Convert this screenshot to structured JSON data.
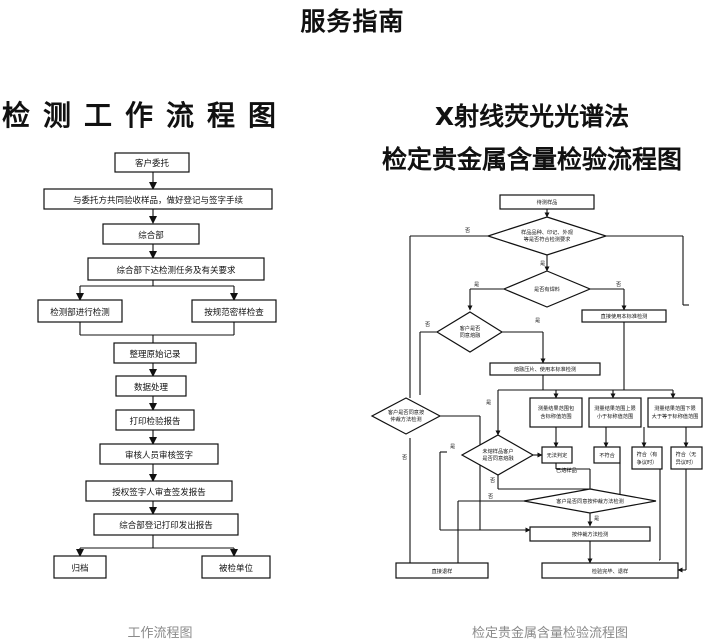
{
  "page_title": "服务指南",
  "left": {
    "title": "检测工作流程图",
    "caption": "工作流程图",
    "steps": {
      "s1": "客户委托",
      "s2": "与委托方共同验收样品，做好登记与签字手续",
      "s3": "综合部",
      "s4": "综合部下达检测任务及有关要求",
      "s5a": "检测部进行检测",
      "s5b": "按规范密样检查",
      "s6": "整理原始记录",
      "s7": "数据处理",
      "s8": "打印检验报告",
      "s9": "审核人员审核签字",
      "s10": "授权签字人审查签发报告",
      "s11": "综合部登记打印发出报告",
      "s12a": "归档",
      "s12b": "被检单位"
    }
  },
  "right": {
    "title_line1": "X射线荧光光谱法",
    "title_line2": "检定贵金属含量检验流程图",
    "caption": "检定贵金属含量检验流程图",
    "nodes": {
      "start": "待测样品",
      "d1a": "样品品种、印记、外观",
      "d1b": "等是否符合检测要求",
      "d2": "是否有焊料",
      "d3a": "客户是否",
      "d3b": "同意熔融",
      "direct_std": "直接使用本标准检测",
      "melt_std": "熔融压片、使用本标准检测",
      "r1a": "测量结果范围包",
      "r1b": "含标称值范围",
      "r2a": "测量结果范围上限",
      "r2b": "小于标称值范围",
      "r3a": "测量结果范围下限",
      "r3b": "大于等于标称值范围",
      "d4a": "客户是否同意按",
      "d4b": "仲裁方法检测",
      "d5a": "未熔样品客户",
      "d5b": "是否同意熔融",
      "undetermined": "无法判定",
      "not_ok": "不符合",
      "ok_dispute_a": "符合（有",
      "ok_dispute_b": "争议时）",
      "ok_nodispute_a": "符合（无",
      "ok_nodispute_b": "异议时）",
      "melted": "已熔样品",
      "d6": "客户是否同意按仲裁方法检测",
      "arb": "按仲裁方法检测",
      "return": "直接退样",
      "finish": "检验完毕、退样"
    },
    "labels": {
      "yes": "是",
      "no": "否"
    }
  }
}
